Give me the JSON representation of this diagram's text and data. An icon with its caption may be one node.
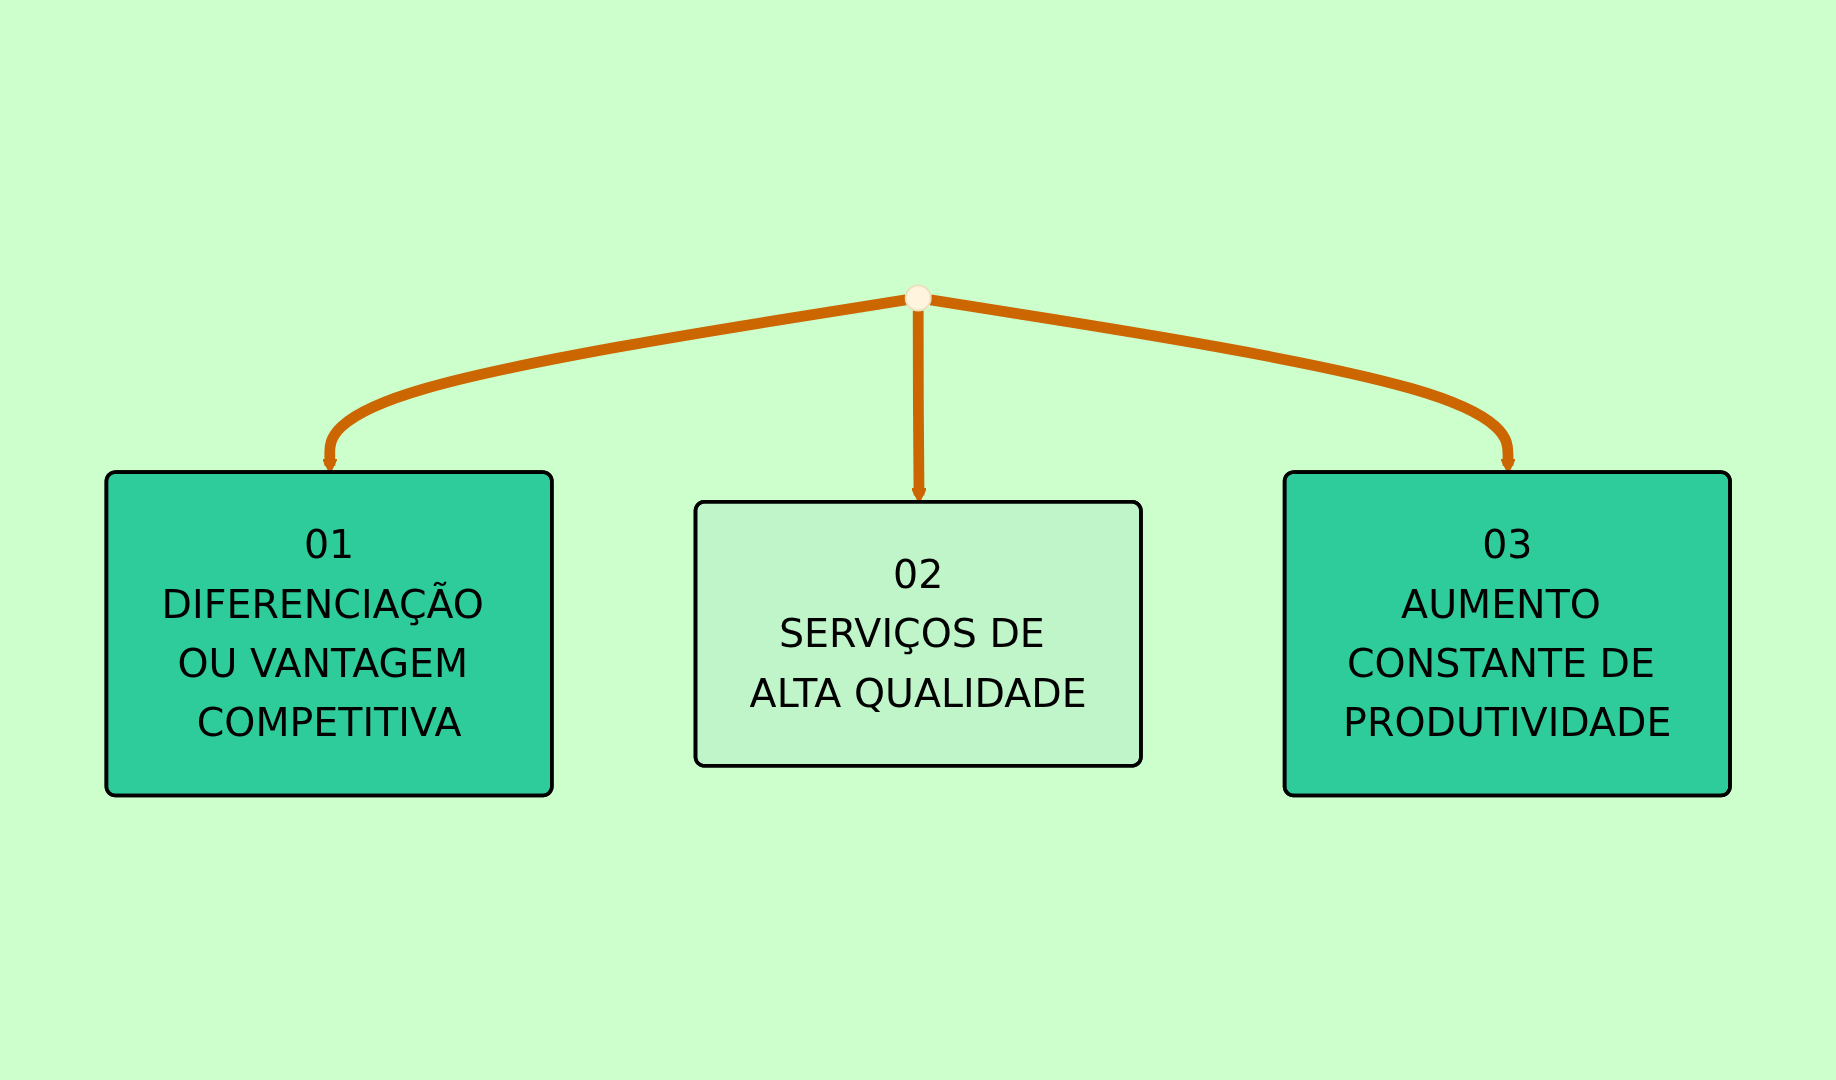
{
  "diagram": {
    "nodes": [
      {
        "text": [
          "01",
          "DIFERENCIAÇÃO OU VANTAGEM COMPETITIVA"
        ]
      },
      {
        "text": [
          "02",
          "SERVIÇOS DE ALTA QUALIDADE"
        ]
      },
      {
        "text": [
          "03",
          "AUMENTO CONSTANTE DE PRODUTIVIDADE"
        ]
      }
    ],
    "edges": [
      {
        "from": null,
        "to": 0,
        "arrow": "to"
      },
      {
        "from": null,
        "to": 1,
        "arrow": "to"
      },
      {
        "from": null,
        "to": 2,
        "arrow": "to"
      }
    ]
  }
}
